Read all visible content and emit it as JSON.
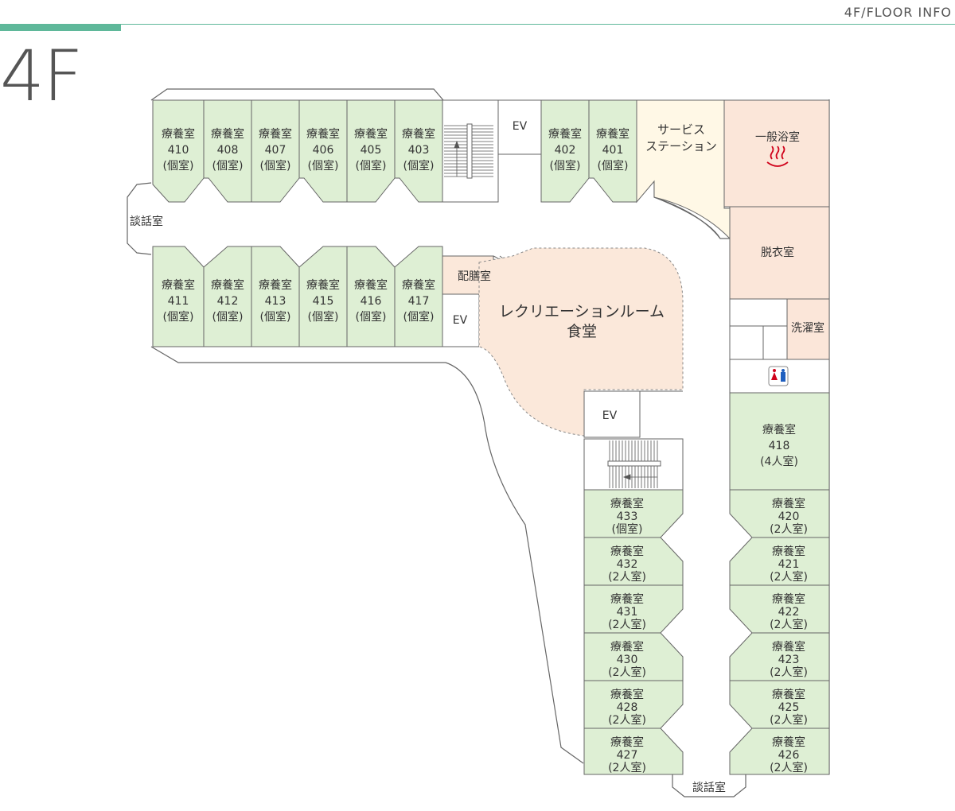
{
  "header": {
    "section_label": "4F/FLOOR INFO"
  },
  "floor": {
    "title": "4F"
  },
  "colors": {
    "room": "#deefd4",
    "station": "#fff8e6",
    "bath": "#fbe6d9",
    "dining": "#fbe8da",
    "stroke": "#666666",
    "accent": "#5fb89a",
    "bath_icon": "#d0021b"
  },
  "rooms": {
    "r410": {
      "title": "療養室",
      "num": "410",
      "type": "(個室)"
    },
    "r408": {
      "title": "療養室",
      "num": "408",
      "type": "(個室)"
    },
    "r407": {
      "title": "療養室",
      "num": "407",
      "type": "(個室)"
    },
    "r406": {
      "title": "療養室",
      "num": "406",
      "type": "(個室)"
    },
    "r405": {
      "title": "療養室",
      "num": "405",
      "type": "(個室)"
    },
    "r403": {
      "title": "療養室",
      "num": "403",
      "type": "(個室)"
    },
    "r402": {
      "title": "療養室",
      "num": "402",
      "type": "(個室)"
    },
    "r401": {
      "title": "療養室",
      "num": "401",
      "type": "(個室)"
    },
    "r411": {
      "title": "療養室",
      "num": "411",
      "type": "(個室)"
    },
    "r412": {
      "title": "療養室",
      "num": "412",
      "type": "(個室)"
    },
    "r413": {
      "title": "療養室",
      "num": "413",
      "type": "(個室)"
    },
    "r415": {
      "title": "療養室",
      "num": "415",
      "type": "(個室)"
    },
    "r416": {
      "title": "療養室",
      "num": "416",
      "type": "(個室)"
    },
    "r417": {
      "title": "療養室",
      "num": "417",
      "type": "(個室)"
    },
    "r418": {
      "title": "療養室",
      "num": "418",
      "type": "(4人室)"
    },
    "r433": {
      "title": "療養室",
      "num": "433",
      "type": "(個室)"
    },
    "r432": {
      "title": "療養室",
      "num": "432",
      "type": "(2人室)"
    },
    "r431": {
      "title": "療養室",
      "num": "431",
      "type": "(2人室)"
    },
    "r430": {
      "title": "療養室",
      "num": "430",
      "type": "(2人室)"
    },
    "r428": {
      "title": "療養室",
      "num": "428",
      "type": "(2人室)"
    },
    "r427": {
      "title": "療養室",
      "num": "427",
      "type": "(2人室)"
    },
    "r420": {
      "title": "療養室",
      "num": "420",
      "type": "(2人室)"
    },
    "r421": {
      "title": "療養室",
      "num": "421",
      "type": "(2人室)"
    },
    "r422": {
      "title": "療養室",
      "num": "422",
      "type": "(2人室)"
    },
    "r423": {
      "title": "療養室",
      "num": "423",
      "type": "(2人室)"
    },
    "r425": {
      "title": "療養室",
      "num": "425",
      "type": "(2人室)"
    },
    "r426": {
      "title": "療養室",
      "num": "426",
      "type": "(2人室)"
    }
  },
  "facilities": {
    "ev": "EV",
    "service_station_1": "サービス",
    "service_station_2": "ステーション",
    "bath": "一般浴室",
    "bath_icon": "hot-spring-icon",
    "dressing": "脱衣室",
    "laundry": "洗濯室",
    "pantry": "配膳室",
    "recreation": "レクリエーションルーム",
    "dining": "食堂",
    "lounge": "談話室",
    "restroom_icon": "restroom-icon"
  }
}
